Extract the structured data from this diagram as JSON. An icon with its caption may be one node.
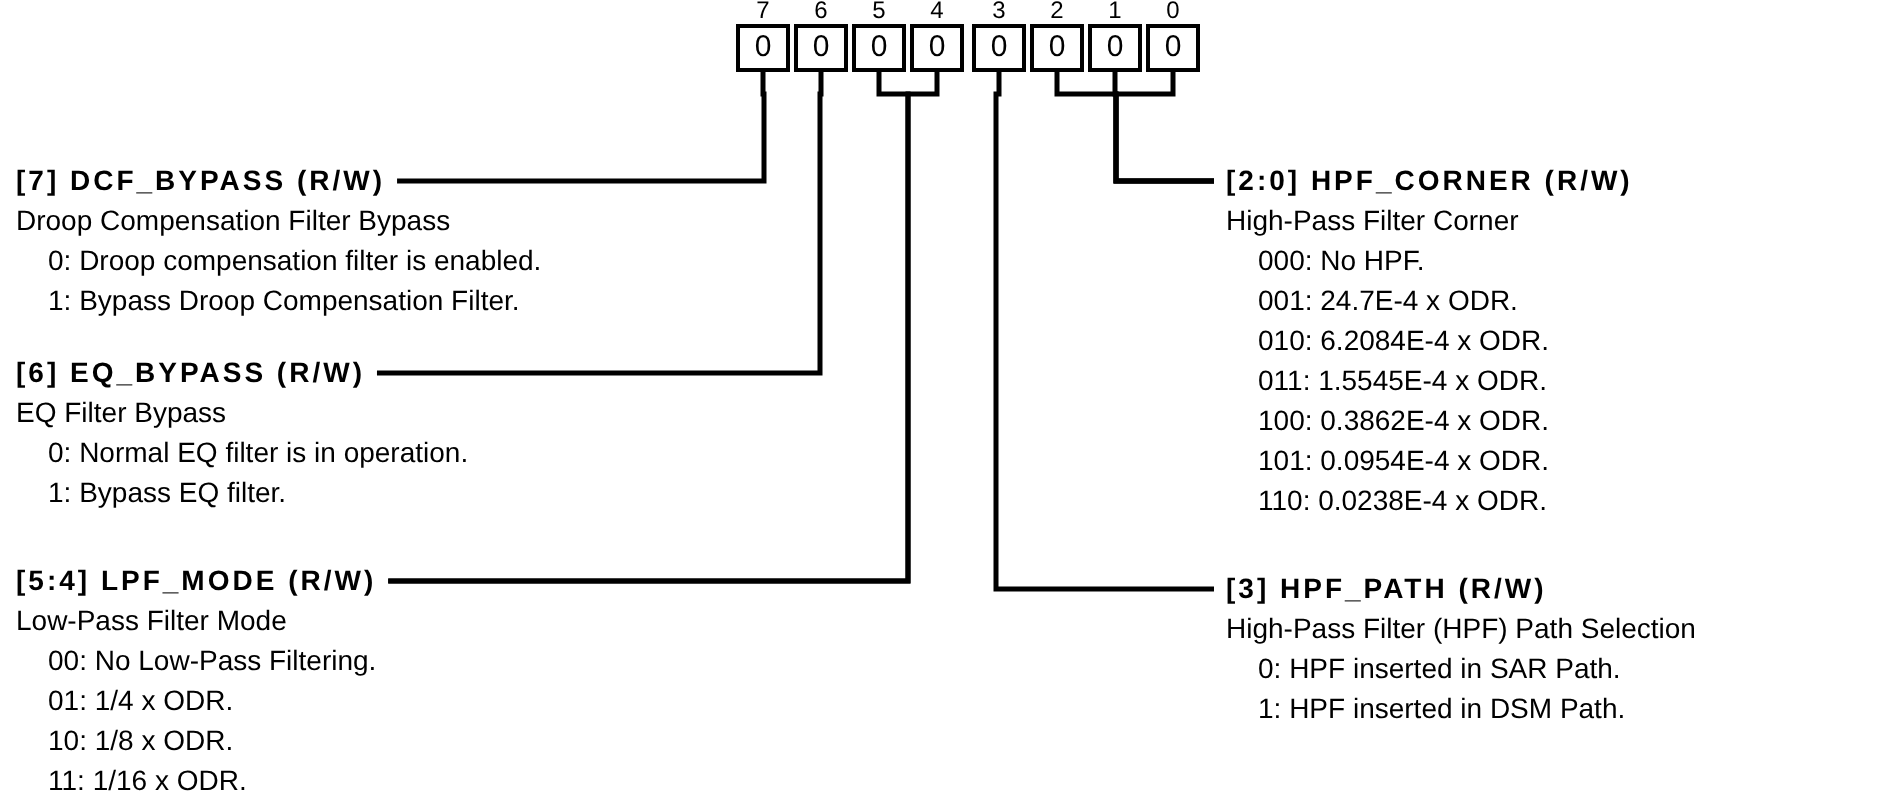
{
  "diagram": {
    "nodes": [
      {
        "text": [
          "0"
        ],
        "beside": [
          "7"
        ]
      },
      {
        "text": [
          "0"
        ],
        "beside": [
          "6"
        ]
      },
      {
        "text": [
          "0"
        ],
        "beside": [
          "5"
        ]
      },
      {
        "text": [
          "0"
        ],
        "beside": [
          "4"
        ]
      },
      {
        "text": [
          "0"
        ],
        "beside": [
          "3"
        ]
      },
      {
        "text": [
          "0"
        ],
        "beside": [
          "2"
        ]
      },
      {
        "text": [
          "0"
        ],
        "beside": [
          "1"
        ]
      },
      {
        "text": [
          "0"
        ],
        "beside": [
          "0"
        ]
      },
      {
        "text": [
          "[7] DCF_BYPASS (R/W)",
          "Droop Compensation Filter Bypass",
          "0: Droop compensation filter is enabled.",
          "1: Bypass Droop Compensation Filter."
        ]
      },
      {
        "text": [
          "[6] EQ_BYPASS (R/W)",
          "EQ Filter Bypass",
          "0: Normal EQ filter is in operation.",
          "1: Bypass EQ filter."
        ]
      },
      {
        "text": [
          "[5:4] LPF_MODE (R/W)",
          "Low-Pass Filter Mode",
          "00: No Low-Pass Filtering.",
          "01: 1/4 x ODR.",
          "10: 1/8 x ODR.",
          "11: 1/16 x ODR."
        ]
      },
      {
        "text": [
          "[2:0] HPF_CORNER (R/W)",
          "High-Pass Filter Corner",
          "000: No HPF.",
          "001: 24.7E-4 x ODR.",
          "010: 6.2084E-4 x ODR.",
          "011: 1.5545E-4 x ODR.",
          "100: 0.3862E-4 x ODR.",
          "101: 0.0954E-4 x ODR.",
          "110: 0.0238E-4 x ODR."
        ]
      },
      {
        "text": [
          "[3] HPF_PATH (R/W)",
          "High-Pass Filter (HPF) Path Selection",
          "0: HPF inserted in SAR Path.",
          "1: HPF inserted in DSM Path."
        ]
      }
    ],
    "edges": [
      {
        "from": 8,
        "to": 0,
        "arrow": "none"
      },
      {
        "from": 9,
        "to": 1,
        "arrow": "none"
      },
      {
        "from": 10,
        "to": 2,
        "arrow": "none"
      },
      {
        "from": 10,
        "to": 3,
        "arrow": "none"
      },
      {
        "from": 11,
        "to": 5,
        "arrow": "none"
      },
      {
        "from": 11,
        "to": 6,
        "arrow": "none"
      },
      {
        "from": 11,
        "to": 7,
        "arrow": "none"
      },
      {
        "from": 12,
        "to": 4,
        "arrow": "none"
      }
    ]
  }
}
